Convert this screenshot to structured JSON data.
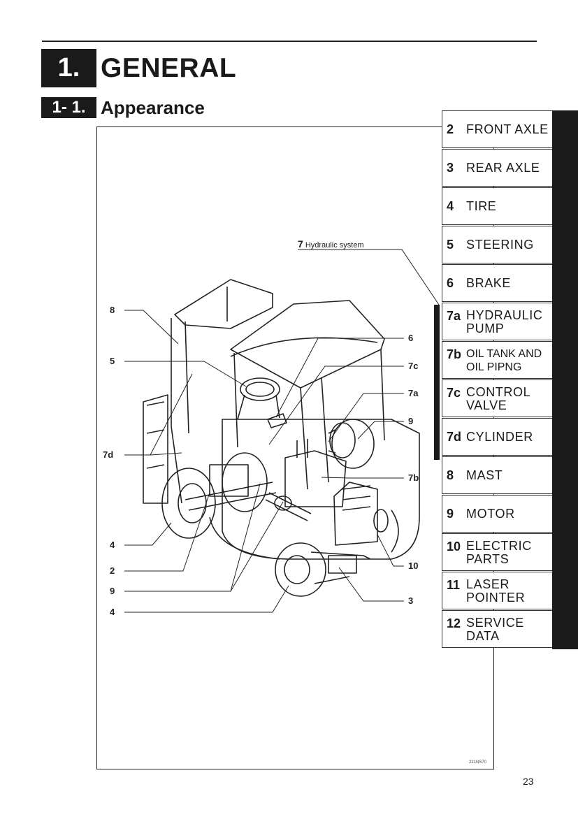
{
  "chapter": {
    "number": "1.",
    "title": "GENERAL"
  },
  "section": {
    "number": "1- 1.",
    "title": "Appearance"
  },
  "figure": {
    "hydraulic_label_num": "7",
    "hydraulic_label_text": "Hydraulic system",
    "code": "221NS70",
    "callouts": {
      "c8": "8",
      "c5": "5",
      "c7d": "7d",
      "c4a": "4",
      "c2": "2",
      "c9a": "9",
      "c4b": "4",
      "c6": "6",
      "c7c": "7c",
      "c7a": "7a",
      "c9b": "9",
      "c7b": "7b",
      "c10": "10",
      "c3": "3"
    }
  },
  "nav": [
    {
      "num": "2",
      "label": "FRONT AXLE"
    },
    {
      "num": "3",
      "label": "REAR AXLE"
    },
    {
      "num": "4",
      "label": "TIRE"
    },
    {
      "num": "5",
      "label": "STEERING"
    },
    {
      "num": "6",
      "label": "BRAKE"
    },
    {
      "num": "7a",
      "label": "HYDRAULIC PUMP"
    },
    {
      "num": "7b",
      "label": "OIL TANK AND OIL PIPNG"
    },
    {
      "num": "7c",
      "label": "CONTROL VALVE"
    },
    {
      "num": "7d",
      "label": "CYLINDER"
    },
    {
      "num": "8",
      "label": "MAST"
    },
    {
      "num": "9",
      "label": "MOTOR"
    },
    {
      "num": "10",
      "label": "ELECTRIC PARTS"
    },
    {
      "num": "11",
      "label": "LASER POINTER"
    },
    {
      "num": "12",
      "label": "SERVICE DATA"
    }
  ],
  "page_number": "23"
}
